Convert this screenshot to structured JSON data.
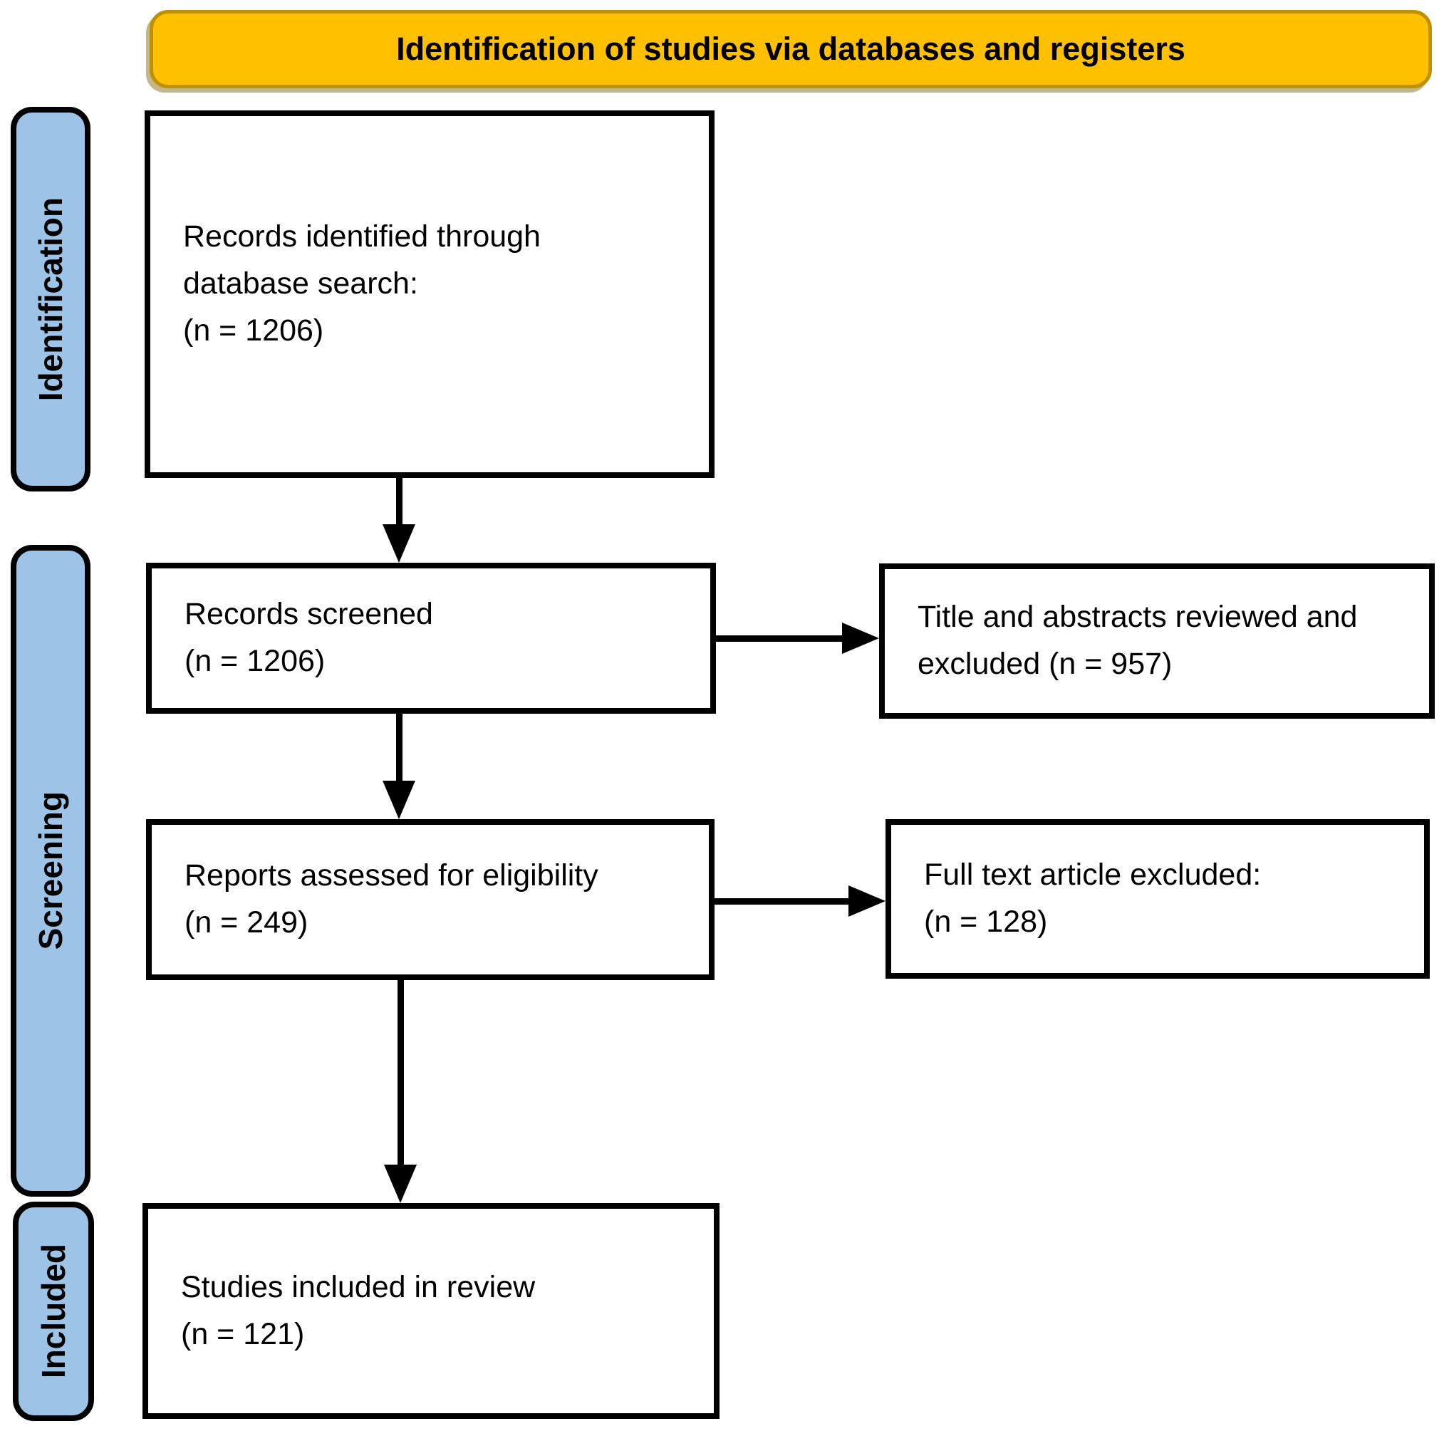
{
  "header": {
    "title": "Identification of studies via databases and registers"
  },
  "stages": {
    "identification": "Identification",
    "screening": "Screening",
    "included": "Included"
  },
  "boxes": {
    "records_identified": {
      "lines": [
        "Records identified through",
        "database search:",
        "(n = 1206)"
      ]
    },
    "records_screened": {
      "lines": [
        "Records screened",
        "(n = 1206)"
      ]
    },
    "title_abstracts_excluded": {
      "lines": [
        "Title and abstracts reviewed and",
        "excluded (n = 957)"
      ]
    },
    "reports_assessed": {
      "lines": [
        "Reports assessed for eligibility",
        "(n = 249)"
      ]
    },
    "fulltext_excluded": {
      "lines": [
        "Full text article excluded:",
        "(n = 128)"
      ]
    },
    "studies_included": {
      "lines": [
        "Studies included in review",
        "(n = 121)"
      ]
    }
  },
  "colors": {
    "banner_fill": "#FFC000",
    "banner_border": "#BF9000",
    "stage_fill": "#9DC3E6",
    "outline": "#000000"
  }
}
